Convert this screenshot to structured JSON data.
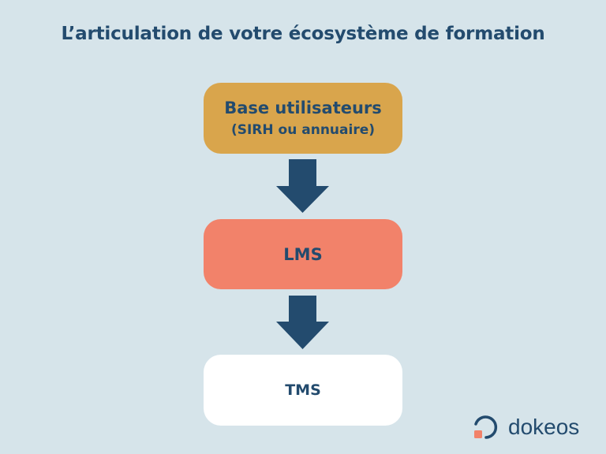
{
  "title": "L’articulation de votre écosystème de formation",
  "nodes": [
    {
      "line1": "Base utilisateurs",
      "line2": "(SIRH ou annuaire)"
    },
    {
      "label": "LMS"
    },
    {
      "label": "TMS"
    }
  ],
  "logo": {
    "text": "dokeos"
  },
  "colors": {
    "background": "#d6e4ea",
    "gold": "#d9a54c",
    "coral": "#f2826a",
    "navy": "#234b6e",
    "white": "#ffffff"
  }
}
